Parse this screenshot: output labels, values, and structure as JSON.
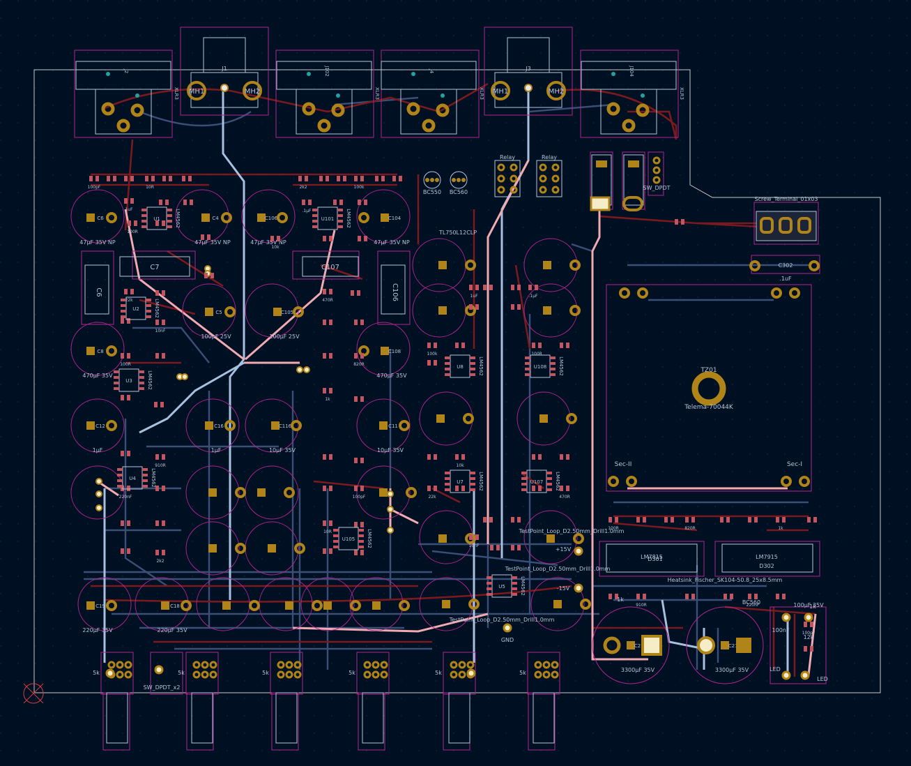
{
  "colors": {
    "background": "#001023",
    "edge": "#c8c8c8",
    "courtyard": "#b0248f",
    "trace_front": "#7a1a1e",
    "trace_back": "#3b4f76",
    "trace_hi": "#f2aab2",
    "trace_hi_back": "#a8c0e0",
    "pad": "#b08418",
    "pad_front": "#c25560",
    "silk": "#b6c3d8",
    "fab": "#6b1a2a"
  },
  "connectors_top": [
    {
      "ref": "J2",
      "type": "XLR3"
    },
    {
      "ref": "J1",
      "type": "MH"
    },
    {
      "ref": "J102",
      "type": "XLR3"
    },
    {
      "ref": "J4",
      "type": "XLR3"
    },
    {
      "ref": "J3",
      "type": "MH"
    },
    {
      "ref": "J104",
      "type": "XLR3"
    }
  ],
  "mounting_holes": [
    "MH1",
    "MH2",
    "MH1",
    "MH2"
  ],
  "large_caps": [
    {
      "ref": "C6",
      "value": "47µF 35V NP"
    },
    {
      "ref": "C4",
      "value": "47µF 35V NP"
    },
    {
      "ref": "C106",
      "value": "47µF 35V NP"
    },
    {
      "ref": "C104",
      "value": "47µF 35V NP"
    },
    {
      "ref": "C8",
      "value": "470µF 35V"
    },
    {
      "ref": "C108",
      "value": "470µF 35V"
    },
    {
      "ref": "C5",
      "value": "100µF 25V"
    },
    {
      "ref": "C105",
      "value": "100µF 25V"
    },
    {
      "ref": "C12",
      "value": "1µF"
    },
    {
      "ref": "C16",
      "value": "1µF"
    },
    {
      "ref": "C116",
      "value": "10µF 35V"
    },
    {
      "ref": "C11",
      "value": "10µF 35V"
    },
    {
      "ref": "C19",
      "value": "220µF 35V"
    },
    {
      "ref": "C18",
      "value": "220µF 35V"
    },
    {
      "ref": "C210",
      "value": "3300µF 35V"
    },
    {
      "ref": "C211",
      "value": "3300µF 35V"
    }
  ],
  "film_caps": [
    {
      "ref": "C6"
    },
    {
      "ref": "C7"
    },
    {
      "ref": "C107"
    },
    {
      "ref": "C106"
    }
  ],
  "ics": [
    {
      "ref": "U1",
      "part": "LM4562"
    },
    {
      "ref": "U101",
      "part": "LM4562"
    },
    {
      "ref": "U2",
      "part": "LM4562"
    },
    {
      "ref": "U3",
      "part": "LM4562"
    },
    {
      "ref": "U8",
      "part": "LM4562"
    },
    {
      "ref": "U108",
      "part": "LM4562"
    },
    {
      "ref": "U4",
      "part": "LM4562"
    },
    {
      "ref": "U7",
      "part": "LM4562"
    },
    {
      "ref": "U107",
      "part": "LM4562"
    },
    {
      "ref": "U105",
      "part": "LM4562"
    },
    {
      "ref": "U5",
      "part": "LM4562"
    }
  ],
  "labels": {
    "relay1": "Relay",
    "relay2": "Relay",
    "bc550": "BC550",
    "bc560_top": "BC560",
    "bc560": "BC560",
    "tl750": "TL750L12CLP",
    "sw_dpdt": "SW_DPDT",
    "sw_dpdt_x2": "SW_DPDT_x2",
    "screw_terminal": "Screw_Terminal_01x03",
    "c302": "C302",
    "c302_val": ".1uF",
    "transformer_ref": "TZ01",
    "transformer_part": "Telema-70044K",
    "sec_ii": "Sec-II",
    "sec_i": "Sec-I",
    "tp1": "TestPoint_Loop_D2.50mm_Drill1.0mm",
    "tp2": "TestPoint_Loop_D2.50mm_Drill1.0mm",
    "tp3": "TestPoint_Loop_D2.50mm_Drill1.0mm",
    "tp_p15": "+15V",
    "tp_m15": "-15V",
    "tp_gnd": "GND",
    "heatsink": "Heatsink_Fischer_SK104-50.8_25x8.5mm",
    "reg1": "LM7815",
    "reg2": "LM7915",
    "led1": "LED",
    "led2": "LED",
    "d301": "D301",
    "d302": "D302",
    "r1k1": "1k",
    "r1k2": "1k",
    "r12k": "12k",
    "c_100nf": "100nF",
    "c_10uf": "100µF 35V"
  },
  "pot_labels": [
    "5k",
    "5k",
    "5k",
    "5k",
    "5k",
    "5k"
  ],
  "smd_values": [
    "100pF",
    "100R",
    "100R",
    "10R",
    "820R",
    "10k",
    "2k2",
    "1k",
    "22k",
    "100k",
    "910R",
    "470R",
    "1uF",
    "220nF",
    "10nF",
    ".1µF"
  ]
}
